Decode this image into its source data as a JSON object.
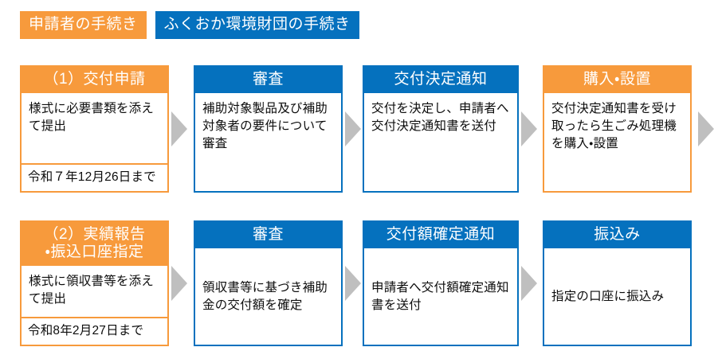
{
  "legend": {
    "items": [
      {
        "label": "申請者の手続き",
        "color": "#f79a3c",
        "role": "applicant"
      },
      {
        "label": "ふくおか環境財団の手続き",
        "color": "#0571be",
        "role": "foundation"
      }
    ]
  },
  "colors": {
    "orange": "#f79a3c",
    "blue": "#0571be",
    "arrow_gray": "#bfbfbf",
    "text": "#0d0d0d",
    "background": "#ffffff"
  },
  "flow": {
    "rows": [
      {
        "id": "row-1",
        "steps": [
          {
            "header": "（1）交付申請",
            "body": "様式に必要書類を添えて提出",
            "footer": "令和７年12月26日まで",
            "owner": "applicant",
            "color": "#f79a3c"
          },
          {
            "header": "審査",
            "body": "補助対象製品及び補助対象者の要件について審査",
            "footer": "",
            "owner": "foundation",
            "color": "#0571be"
          },
          {
            "header": "交付決定通知",
            "body": "交付を決定し、申請者へ交付決定通知書を送付",
            "footer": "",
            "owner": "foundation",
            "color": "#0571be"
          },
          {
            "header": "購入・設置",
            "body": "交付決定通知書を受け取ったら生ごみ処理機を購入・設置",
            "footer": "",
            "owner": "applicant",
            "color": "#f79a3c"
          }
        ],
        "arrow_count": 4
      },
      {
        "id": "row-2",
        "steps": [
          {
            "header": "（2）実績報告\n・振込口座指定",
            "body": "様式に領収書等を添えて提出",
            "footer": "令和8年2月27日まで",
            "owner": "applicant",
            "color": "#f79a3c"
          },
          {
            "header": "審査",
            "body": "領収書等に基づき補助金の交付額を確定",
            "footer": "",
            "owner": "foundation",
            "color": "#0571be"
          },
          {
            "header": "交付額確定通知",
            "body": "申請者へ交付額確定通知書を送付",
            "footer": "",
            "owner": "foundation",
            "color": "#0571be"
          },
          {
            "header": "振込み",
            "body": "指定の口座に振込み",
            "footer": "",
            "owner": "foundation",
            "color": "#0571be"
          }
        ],
        "arrow_count": 3
      }
    ]
  }
}
